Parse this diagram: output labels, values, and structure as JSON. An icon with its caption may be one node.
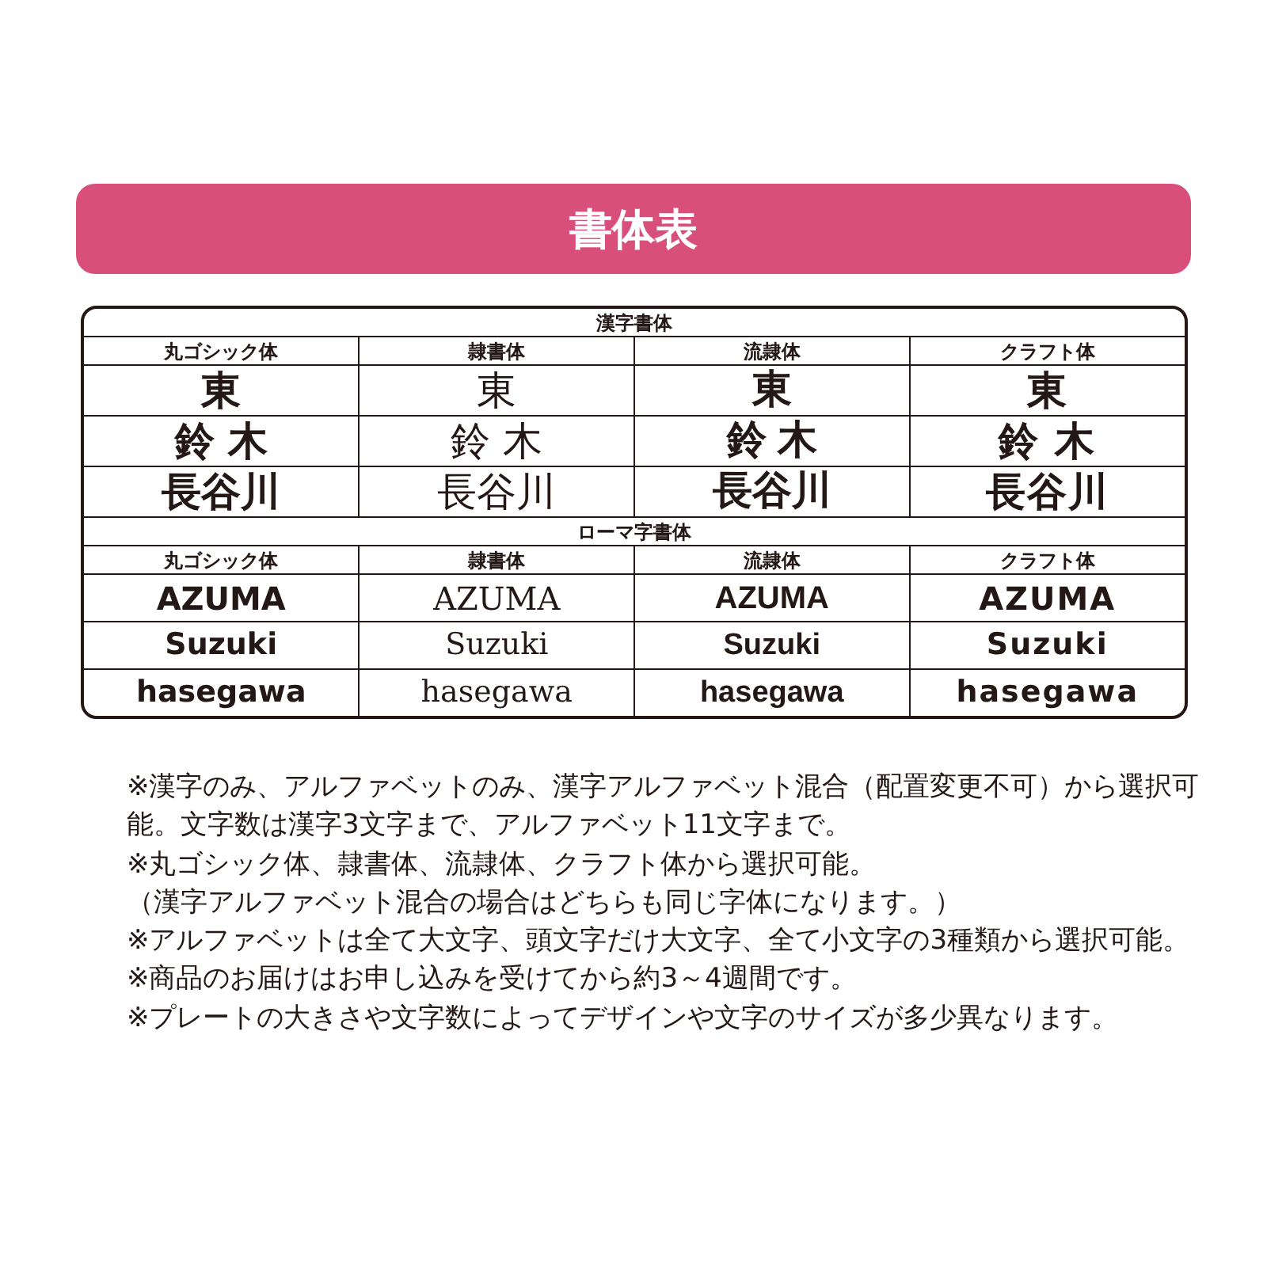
{
  "diagram": {
    "nodes": [
      {
        "text": [
          "書体表"
        ]
      }
    ],
    "labels": [
      "漢字書体",
      "丸ゴシック体",
      "隷書体",
      "流隷体",
      "クラフト体",
      "東",
      "東",
      "東",
      "東",
      "鈴 木",
      "鈴 木",
      "鈴 木",
      "鈴 木",
      "長谷川",
      "長谷川",
      "長谷川",
      "長谷川",
      "ローマ字書体",
      "丸ゴシック体",
      "隷書体",
      "流隷体",
      "クラフト体",
      "AZUMA",
      "AZUMA",
      "AZUMA",
      "AZUMA",
      "Suzuki",
      "Suzuki",
      "Suzuki",
      "Suzuki",
      "hasegawa",
      "hasegawa",
      "hasegawa",
      "hasegawa",
      "※漢字のみ、アルファベットのみ、漢字アルファベット混合（配置変更不可）から選択可能。文字数は漢字3文字まで、アルファベット11文字まで。",
      "※丸ゴシック体、隷書体、流隷体、クラフト体から選択可能。",
      "（漢字アルファベット混合の場合はどちらも同じ字体になります。）",
      "※アルファベットは全て大文字、頭文字だけ大文字、全て小文字の3種類から選択可能。",
      "※商品のお届けはお申し込みを受けてから約3～4週間です。",
      "※プレートの大きさや文字数によってデザインや文字のサイズが多少異なります。"
    ]
  }
}
